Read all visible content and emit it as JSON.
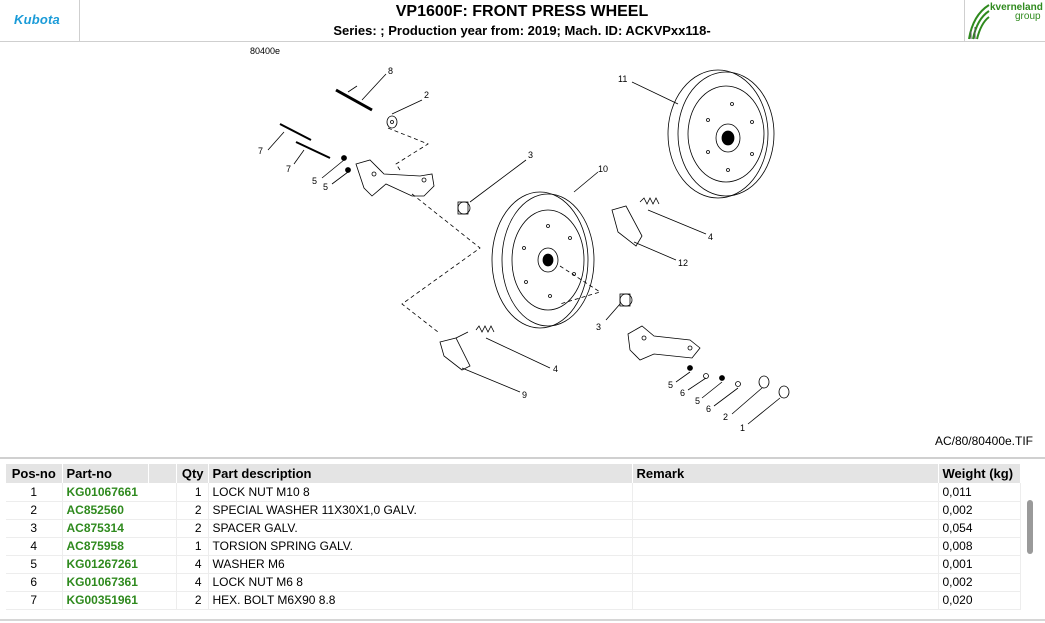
{
  "header": {
    "brand_left": "Kubota",
    "title": "VP1600F: FRONT PRESS WHEEL",
    "subtitle": "Series: ; Production year from: 2019; Mach. ID: ACKVPxx118-",
    "brand_right_line1": "kverneland",
    "brand_right_line2": "group",
    "brand_left_color": "#1a9bd8",
    "brand_right_color": "#2f8a1e"
  },
  "drawing": {
    "ref_label": "80400e",
    "file_label": "AC/80/80400e.TIF",
    "callouts": [
      "8",
      "2",
      "7",
      "7",
      "5",
      "5",
      "3",
      "11",
      "10",
      "4",
      "12",
      "3",
      "4",
      "9",
      "5",
      "6",
      "5",
      "6",
      "2",
      "1"
    ]
  },
  "table": {
    "columns": [
      "Pos-no",
      "Part-no",
      "Qty",
      "Part description",
      "Remark",
      "Weight (kg)"
    ],
    "rows": [
      {
        "pos": "1",
        "part_no": "KG01067661",
        "qty": "1",
        "description": "LOCK NUT M10 8",
        "remark": "",
        "weight": "0,011"
      },
      {
        "pos": "2",
        "part_no": "AC852560",
        "qty": "2",
        "description": "SPECIAL WASHER 11X30X1,0 GALV.",
        "remark": "",
        "weight": "0,002"
      },
      {
        "pos": "3",
        "part_no": "AC875314",
        "qty": "2",
        "description": "SPACER GALV.",
        "remark": "",
        "weight": "0,054"
      },
      {
        "pos": "4",
        "part_no": "AC875958",
        "qty": "1",
        "description": "TORSION SPRING GALV.",
        "remark": "",
        "weight": "0,008"
      },
      {
        "pos": "5",
        "part_no": "KG01267261",
        "qty": "4",
        "description": "WASHER M6",
        "remark": "",
        "weight": "0,001"
      },
      {
        "pos": "6",
        "part_no": "KG01067361",
        "qty": "4",
        "description": "LOCK NUT M6 8",
        "remark": "",
        "weight": "0,002"
      },
      {
        "pos": "7",
        "part_no": "KG00351961",
        "qty": "2",
        "description": "HEX. BOLT M6X90 8.8",
        "remark": "",
        "weight": "0,020"
      }
    ]
  }
}
